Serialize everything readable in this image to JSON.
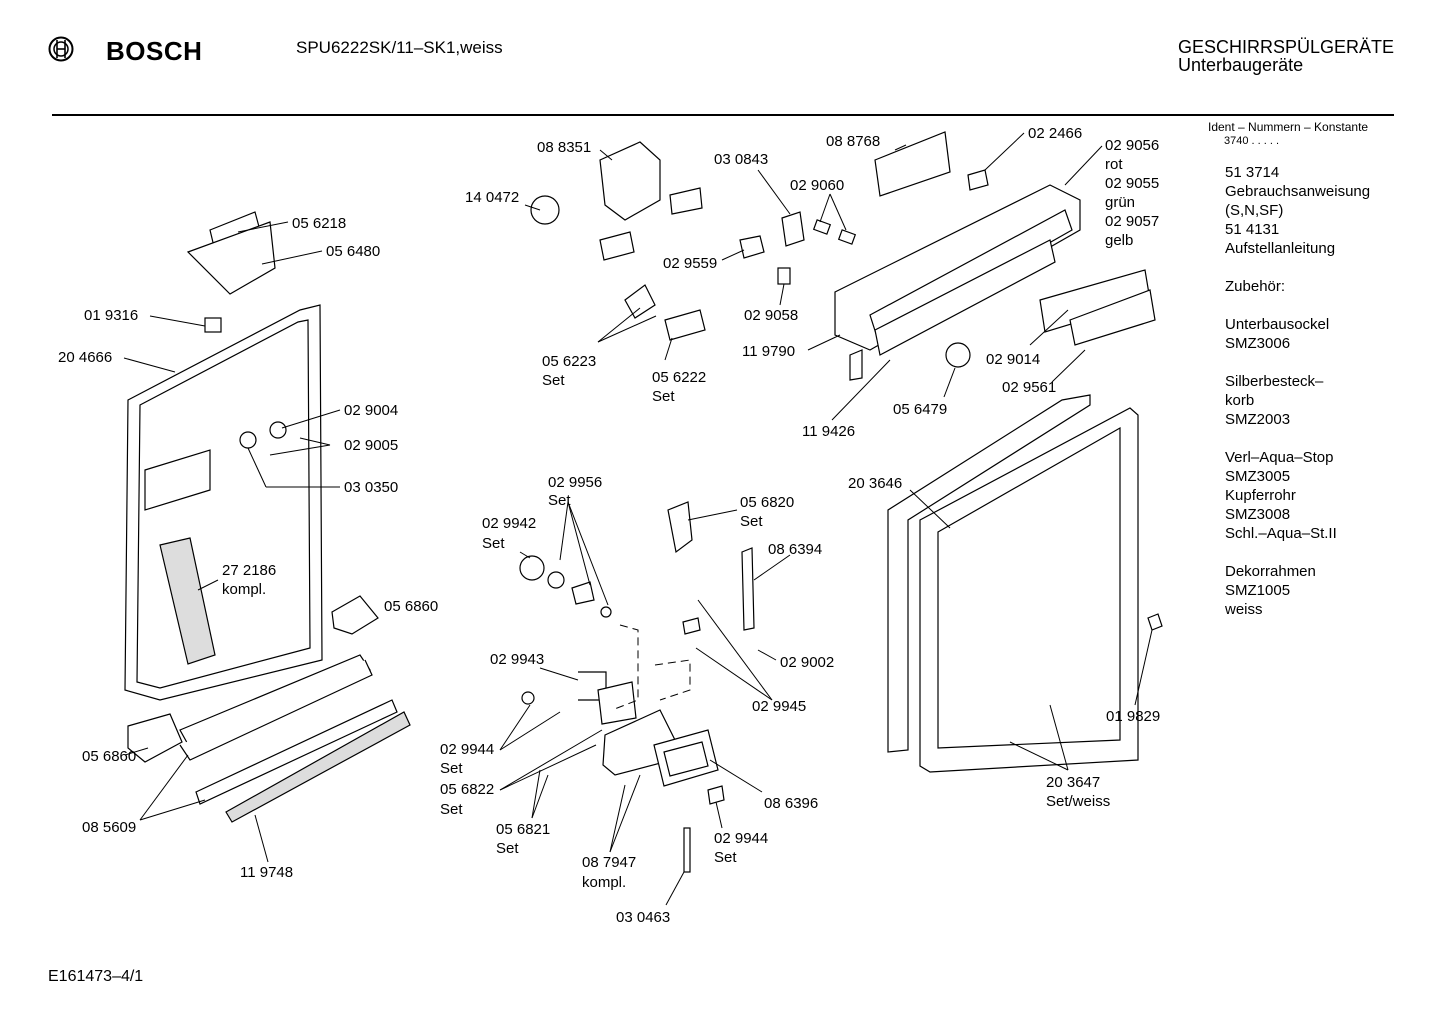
{
  "header": {
    "brand": "BOSCH",
    "model": "SPU6222SK/11–SK1,weiss",
    "category_line1": "GESCHIRRSPÜLGERÄTE",
    "category_line2": "Unterbaugeräte"
  },
  "sidebar": {
    "ident_title": "Ident – Nummern – Konstante",
    "konstante": "3740 . . . . .",
    "notes": [
      "51 3714",
      "Gebrauchsanweisung",
      "(S,N,SF)",
      "51 4131",
      "Aufstellanleitung",
      "",
      "Zubehör:",
      "",
      "Unterbausockel",
      "SMZ3006",
      "",
      "Silberbesteck–",
      "korb",
      "SMZ2003",
      "",
      "Verl–Aqua–Stop",
      "SMZ3005",
      "Kupferrohr",
      "SMZ3008",
      "Schl.–Aqua–St.II",
      "",
      "Dekorrahmen",
      "SMZ1005",
      "weiss"
    ]
  },
  "parts": {
    "p056218": "05 6218",
    "p056480": "05 6480",
    "p019316": "01 9316",
    "p204666": "20 4666",
    "p029004": "02 9004",
    "p029005": "02 9005",
    "p030350": "03 0350",
    "p272186": "27 2186",
    "p272186b": "kompl.",
    "p056860a": "05 6860",
    "p056860b": "05 6860",
    "p085609": "08 5609",
    "p119748": "11 9748",
    "p088351": "08 8351",
    "p140472": "14 0472",
    "p030843": "03 0843",
    "p029060": "02 9060",
    "p029559": "02 9559",
    "p029058": "02 9058",
    "p056223": "05 6223",
    "p056223b": "Set",
    "p056222": "05 6222",
    "p056222b": "Set",
    "p088768": "08 8768",
    "p022466": "02 2466",
    "p029056": "02 9056",
    "p029056b": "rot",
    "p029055": "02 9055",
    "p029055b": "grün",
    "p029057": "02 9057",
    "p029057b": "gelb",
    "p119790": "11 9790",
    "p029014": "02 9014",
    "p029561": "02 9561",
    "p056479": "05 6479",
    "p119426": "11 9426",
    "p029956": "02 9956",
    "p029956b": "Set",
    "p029942": "02 9942",
    "p029942b": "Set",
    "p056820": "05 6820",
    "p056820b": "Set",
    "p086394": "08 6394",
    "p029943": "02 9943",
    "p029002": "02 9002",
    "p029945": "02 9945",
    "p029944a": "02 9944",
    "p029944ab": "Set",
    "p056822": "05 6822",
    "p056822b": "Set",
    "p056821": "05 6821",
    "p056821b": "Set",
    "p087947": "08 7947",
    "p087947b": "kompl.",
    "p086396": "08 6396",
    "p029944b": "02 9944",
    "p029944bb": "Set",
    "p030463": "03 0463",
    "p203646": "20 3646",
    "p019829": "01 9829",
    "p203647": "20 3647",
    "p203647b": "Set/weiss"
  },
  "footer": {
    "code": "E161473–4/1"
  }
}
